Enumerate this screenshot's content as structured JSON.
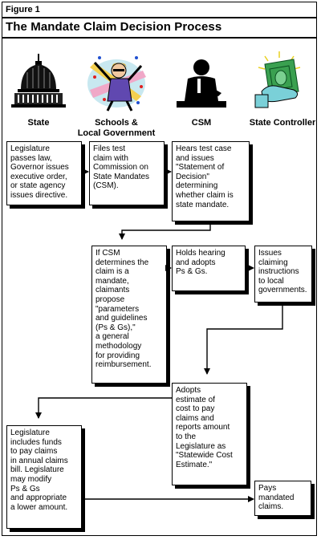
{
  "figure_label": "Figure 1",
  "title": "The Mandate Claim Decision Process",
  "columns": [
    {
      "label": "State",
      "icon": "capitol-dome-icon"
    },
    {
      "label": "Schools &\nLocal Government",
      "icon": "celebrating-person-icon"
    },
    {
      "label": "CSM",
      "icon": "seated-person-silhouette-icon"
    },
    {
      "label": "State Controller",
      "icon": "hand-holding-money-icon"
    }
  ],
  "steps": [
    {
      "id": "legislature-passes-law",
      "text": "Legislature\npasses law,\nGovernor issues\nexecutive order,\nor state agency\nissues directive."
    },
    {
      "id": "files-test-claim",
      "text": "Files test\nclaim with\nCommission on\nState Mandates\n(CSM)."
    },
    {
      "id": "hears-test-case",
      "text": "Hears test case\nand issues\n\"Statement of\nDecision\"\ndetermining\nwhether claim is\nstate mandate."
    },
    {
      "id": "claimants-propose",
      "text": "If CSM\ndetermines the\nclaim is a\nmandate,\nclaimants\npropose\n\"parameters\nand guidelines\n(Ps & Gs),\"\na general\nmethodology\nfor providing\nreimbursement."
    },
    {
      "id": "holds-hearing",
      "text": "Holds hearing\nand adopts\nPs & Gs."
    },
    {
      "id": "issues-instructions",
      "text": "Issues claiming\ninstructions\nto local\ngovernments."
    },
    {
      "id": "adopts-estimate",
      "text": "Adopts\nestimate of\ncost to pay\nclaims and\nreports amount\nto the\nLegislature as\n\"Statewide Cost\nEstimate.\""
    },
    {
      "id": "legislature-funds",
      "text": "Legislature\nincludes funds\nto pay claims\nin annual claims\nbill. Legislature\nmay modify\nPs & Gs\nand appropriate\na lower amount."
    },
    {
      "id": "pays-claims",
      "text": "Pays mandated\nclaims."
    }
  ]
}
